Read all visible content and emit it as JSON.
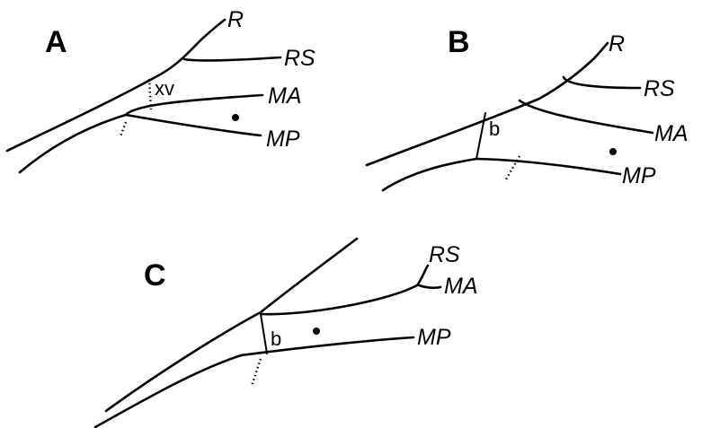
{
  "panels": [
    {
      "id": "A",
      "letter": "A",
      "vein_labels": {
        "r": "R",
        "rs": "RS",
        "ma": "MA",
        "mp": "MP"
      },
      "crossvein_label": "xv"
    },
    {
      "id": "B",
      "letter": "B",
      "vein_labels": {
        "r": "R",
        "rs": "RS",
        "ma": "MA",
        "mp": "MP"
      },
      "crossvein_label": "b"
    },
    {
      "id": "C",
      "letter": "C",
      "vein_labels": {
        "rs": "RS",
        "ma": "MA",
        "mp": "MP"
      },
      "crossvein_label": "b"
    }
  ]
}
